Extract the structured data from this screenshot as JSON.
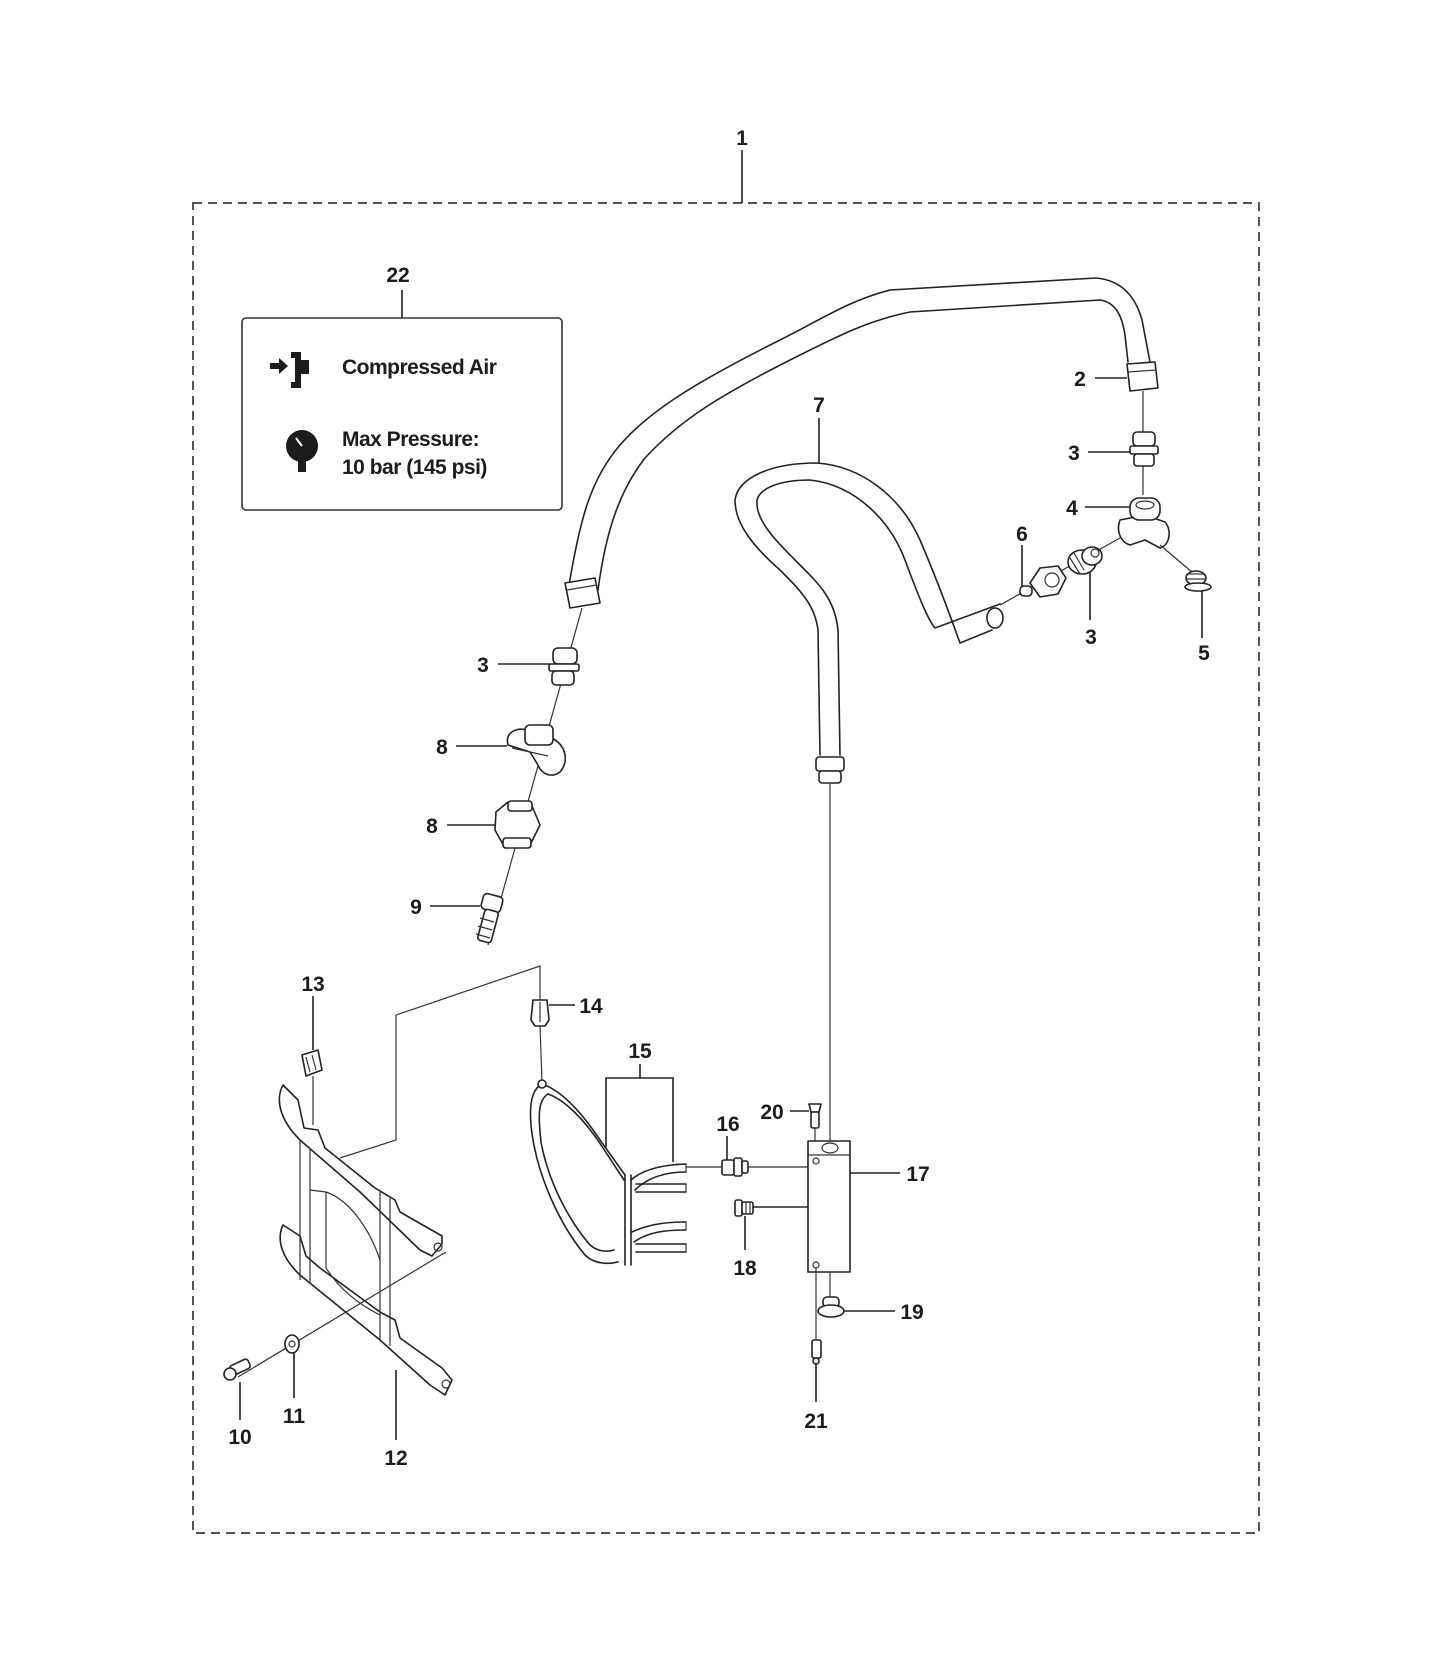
{
  "diagram": {
    "title": "Compressed air kit – exploded parts view",
    "assembly_callout": "1",
    "decal": {
      "callout": "22",
      "line1_icon": "compressed-air-connector-icon",
      "line1_text": "Compressed Air",
      "line2_icon": "pressure-gauge-icon",
      "line2_text_a": "Max Pressure:",
      "line2_text_b": "10 bar (145 psi)"
    },
    "callouts": [
      {
        "id": "2",
        "part": "hose-nut"
      },
      {
        "id": "3",
        "part": "nipple-upper-right"
      },
      {
        "id": "4",
        "part": "tee-fitting"
      },
      {
        "id": "5",
        "part": "plug"
      },
      {
        "id": "6",
        "part": "nut-fitting"
      },
      {
        "id": "3",
        "part": "nipple-lower-right"
      },
      {
        "id": "7",
        "part": "hose"
      },
      {
        "id": "3",
        "part": "nipple-left"
      },
      {
        "id": "8",
        "part": "coupling-upper"
      },
      {
        "id": "8",
        "part": "coupling-lower"
      },
      {
        "id": "9",
        "part": "hose-tail"
      },
      {
        "id": "13",
        "part": "clip"
      },
      {
        "id": "14",
        "part": "connector"
      },
      {
        "id": "15",
        "part": "hose-set"
      },
      {
        "id": "20",
        "part": "bolt"
      },
      {
        "id": "16",
        "part": "fitting"
      },
      {
        "id": "17",
        "part": "distribution-block"
      },
      {
        "id": "18",
        "part": "plug-screw"
      },
      {
        "id": "19",
        "part": "nut"
      },
      {
        "id": "21",
        "part": "nozzle"
      },
      {
        "id": "10",
        "part": "screw"
      },
      {
        "id": "11",
        "part": "washer"
      },
      {
        "id": "12",
        "part": "bracket"
      }
    ]
  }
}
